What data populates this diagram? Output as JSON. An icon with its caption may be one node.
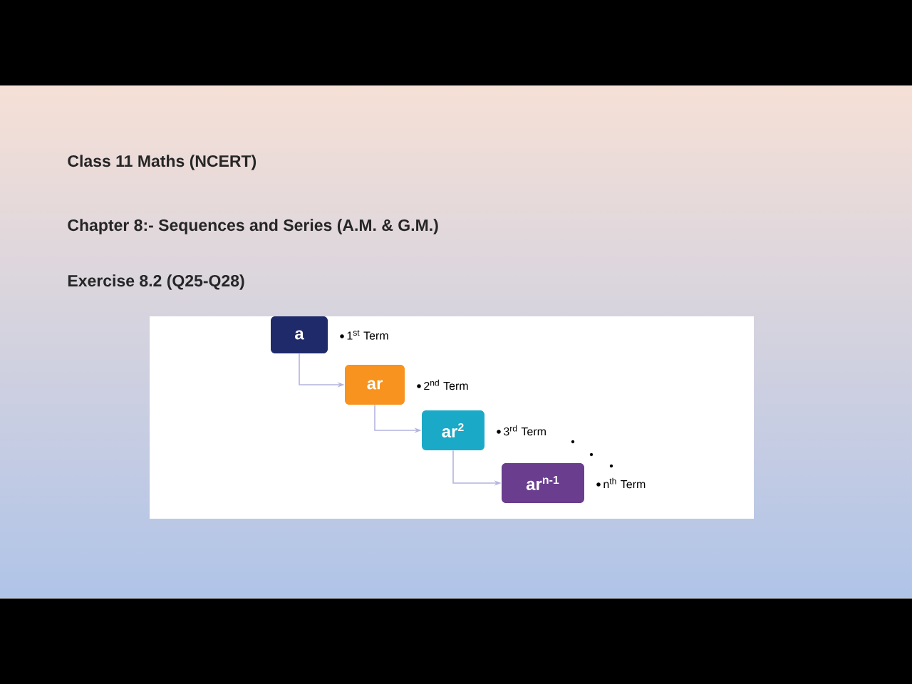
{
  "diagram": {
    "nodes": [
      {
        "text": [
          "a"
        ],
        "beside": [
          "1$^{st}$ Term"
        ]
      },
      {
        "text": [
          "ar"
        ],
        "beside": [
          "2$^{nd}$ Term"
        ]
      },
      {
        "text": [
          "ar$^{2}$"
        ],
        "beside": [
          "3$^{rd}$ Term"
        ]
      },
      {
        "text": [
          "ar$^{n-1}$"
        ],
        "beside": [
          "n$^{th}$ Term"
        ]
      }
    ],
    "edges": [
      {
        "from": 0,
        "to": 1,
        "arrow": "to"
      },
      {
        "from": 1,
        "to": 2,
        "arrow": "to"
      },
      {
        "from": 2,
        "to": 3,
        "arrow": "to"
      }
    ],
    "labels": [
      "Class 11 Maths (NCERT)",
      "Chapter 8:- Sequences and Series (A.M. & G.M.)",
      "Exercise 8.2 (Q25-Q28)"
    ]
  }
}
